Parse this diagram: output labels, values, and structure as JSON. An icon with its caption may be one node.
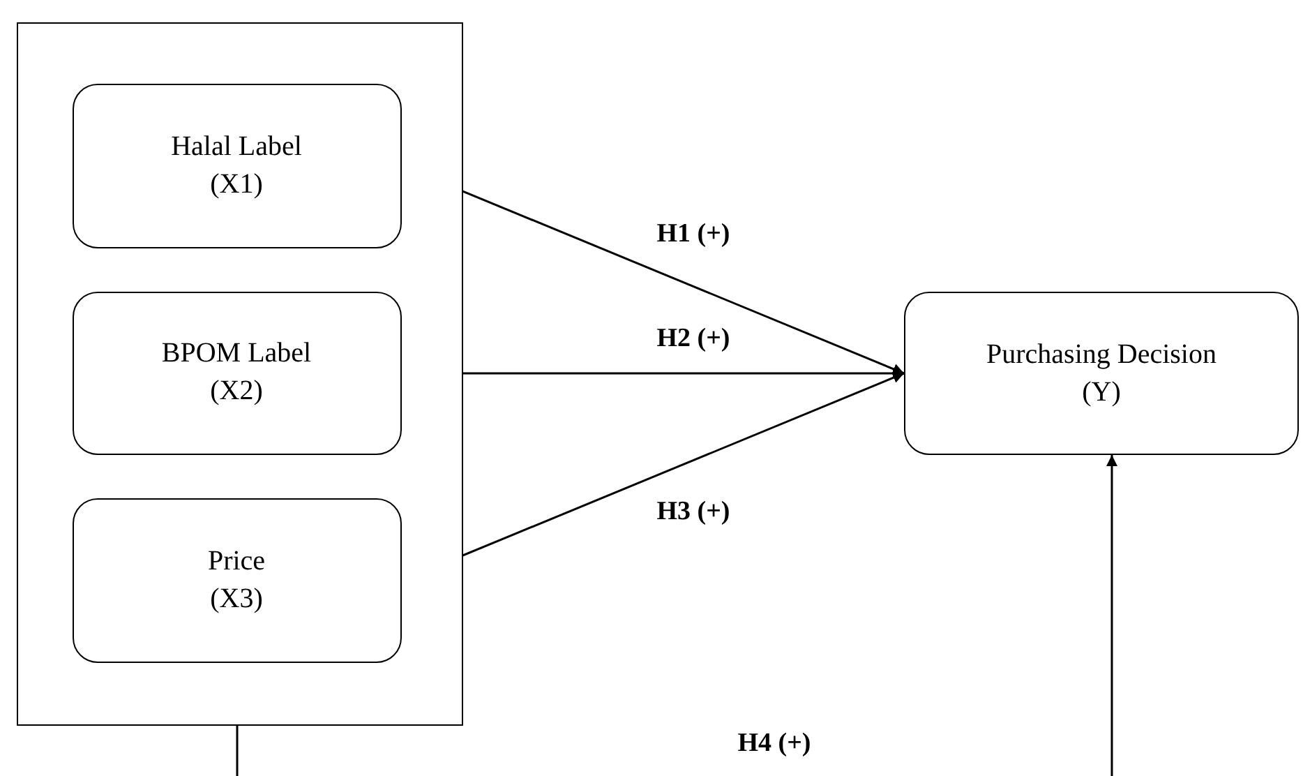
{
  "diagram": {
    "nodes": [
      {
        "text": [],
        "shape": "box"
      },
      {
        "text": [
          "Halal Label (X1)"
        ],
        "in": 0
      },
      {
        "text": [
          "BPOM Label (X2)"
        ],
        "in": 0
      },
      {
        "text": [
          "Price (X3)"
        ],
        "in": 0
      },
      {
        "text": [
          "Purchasing Decision (Y)"
        ]
      }
    ],
    "edges": [
      {
        "from": 1,
        "to": 4,
        "arrow": "to",
        "label": "H1 (+)"
      },
      {
        "from": 2,
        "to": 4,
        "arrow": "to",
        "label": "H2 (+)"
      },
      {
        "from": 3,
        "to": 4,
        "arrow": "to",
        "label": "H3 (+)"
      },
      {
        "from": 0,
        "to": 4,
        "arrow": "to",
        "label": "H4 (+)"
      }
    ]
  }
}
